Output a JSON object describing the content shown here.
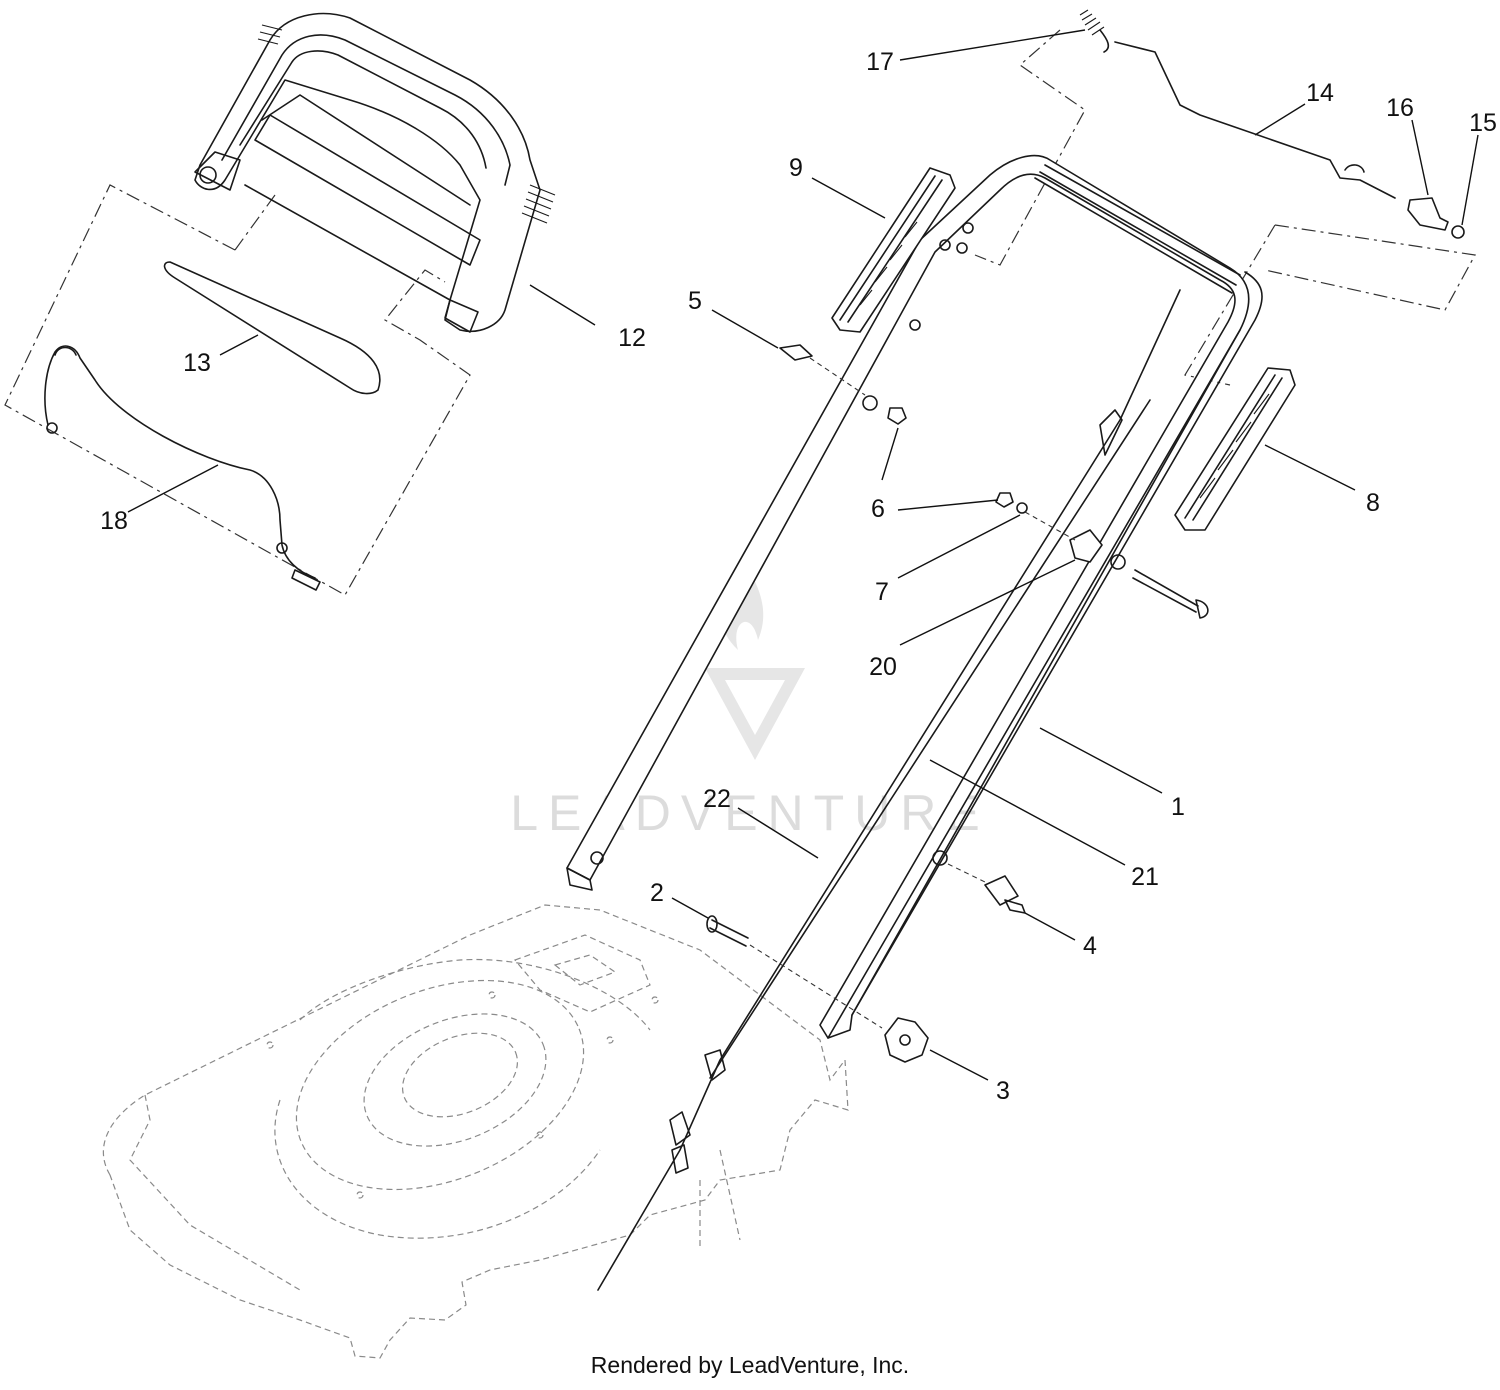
{
  "watermark": {
    "text": "LEADVENTURE"
  },
  "footer": {
    "text": "Rendered by LeadVenture, Inc."
  },
  "callouts": [
    {
      "id": "1",
      "label": "1"
    },
    {
      "id": "2",
      "label": "2"
    },
    {
      "id": "3",
      "label": "3"
    },
    {
      "id": "4",
      "label": "4"
    },
    {
      "id": "5",
      "label": "5"
    },
    {
      "id": "6",
      "label": "6"
    },
    {
      "id": "7",
      "label": "7"
    },
    {
      "id": "8",
      "label": "8"
    },
    {
      "id": "9",
      "label": "9"
    },
    {
      "id": "12",
      "label": "12"
    },
    {
      "id": "13",
      "label": "13"
    },
    {
      "id": "14",
      "label": "14"
    },
    {
      "id": "15",
      "label": "15"
    },
    {
      "id": "16",
      "label": "16"
    },
    {
      "id": "17",
      "label": "17"
    },
    {
      "id": "18",
      "label": "18"
    },
    {
      "id": "20",
      "label": "20"
    },
    {
      "id": "21",
      "label": "21"
    },
    {
      "id": "22",
      "label": "22"
    }
  ]
}
